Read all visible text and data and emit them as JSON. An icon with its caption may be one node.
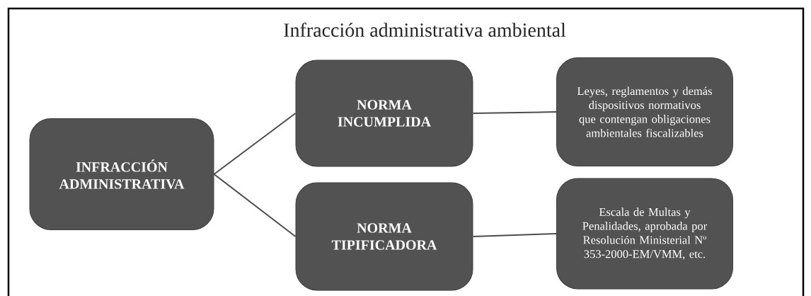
{
  "diagram": {
    "title": "Infracción administrativa ambiental",
    "nodes": [
      {
        "text": [
          "INFRACCIÓN ADMINISTRATIVA"
        ]
      },
      {
        "text": [
          "NORMA INCUMPLIDA"
        ]
      },
      {
        "text": [
          "NORMA TIPIFICADORA"
        ]
      },
      {
        "text": [
          "Leyes, reglamentos y demás dispositivos normativos que contengan obligaciones ambientales fiscalizables"
        ]
      },
      {
        "text": [
          "Escala de Multas y Penalidades, aprobada por Resolución Ministerial Nº 353-2000-EM/VMM, etc."
        ]
      }
    ],
    "edges": [
      {
        "from": 0,
        "to": 1,
        "arrow": "none"
      },
      {
        "from": 0,
        "to": 2,
        "arrow": "none"
      },
      {
        "from": 1,
        "to": 3,
        "arrow": "none"
      },
      {
        "from": 2,
        "to": 4,
        "arrow": "none"
      }
    ]
  }
}
